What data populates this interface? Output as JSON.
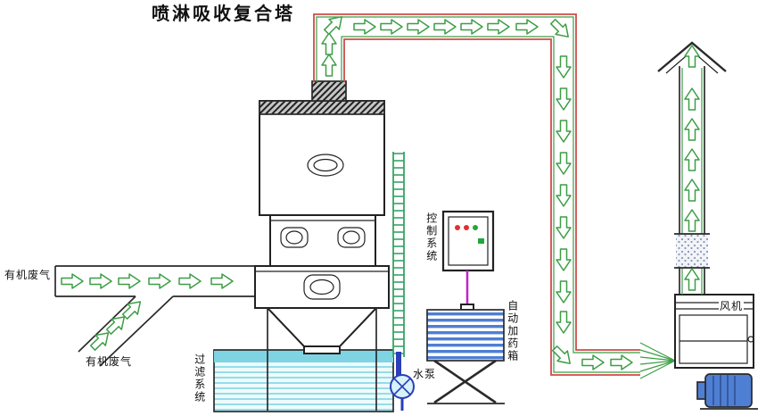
{
  "title": "喷淋吸收复合塔",
  "labels": {
    "inlet_gas_top": "有机废气",
    "inlet_gas_bottom": "有机废气",
    "filter_system": "过滤系统",
    "control_system": "控制系统",
    "dosing_box": "自动加药箱",
    "water_pump": "水泵",
    "fan": "风机"
  },
  "colors": {
    "pipe-red": "#d04a4a",
    "pipe-green": "#3c9e45",
    "arrow-green": "#3c9e45",
    "ladder-green": "#36a465",
    "water-cyan": "#7fd4e4",
    "water-bg": "#eefbfd",
    "dosing-blue": "#4f7fd2",
    "cable-magenta": "#c422c4",
    "pump-blue": "#2a3fb8",
    "indicator-red": "#e03030",
    "indicator-green": "#1fa83c"
  }
}
